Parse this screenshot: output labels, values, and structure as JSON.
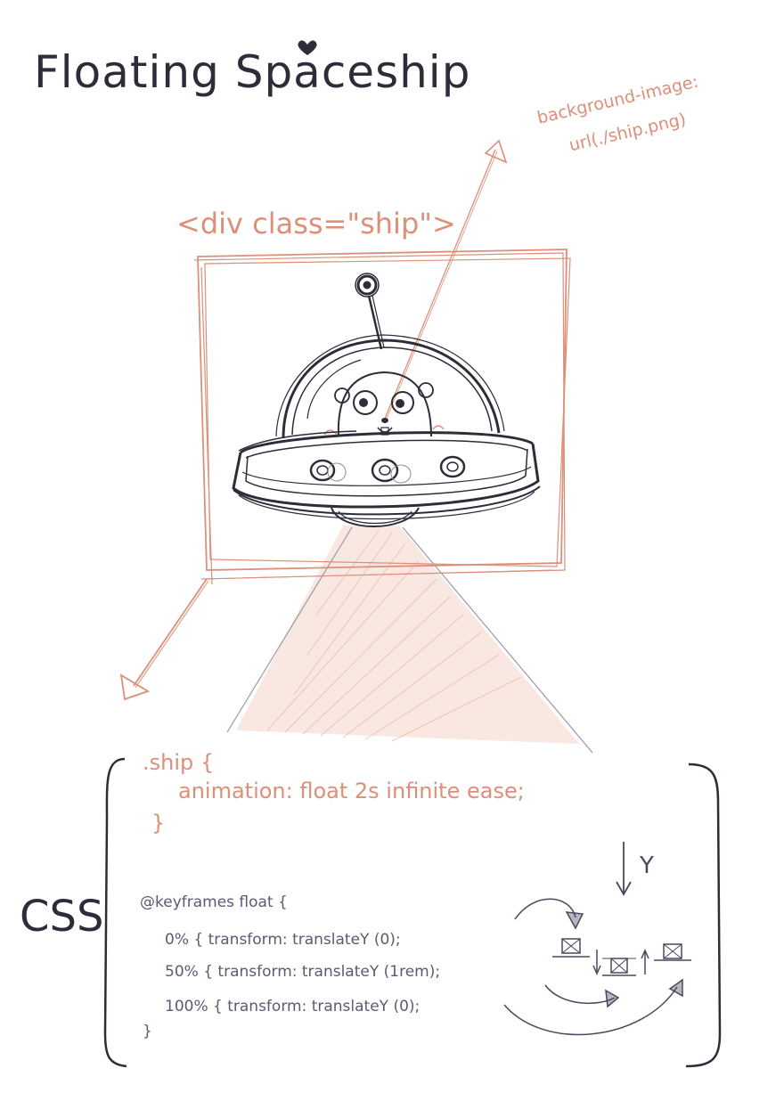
{
  "title": "Floating Spaceship",
  "element_label": "<div class=\"ship\">",
  "background_note": {
    "line1": "background-image:",
    "line2": "url(./ship.png)"
  },
  "css_label": "CSS",
  "ship_rule": {
    "selector": ".ship {",
    "declaration": "animation: float 2s infinite ease;",
    "close": "}"
  },
  "keyframes": {
    "open": "@keyframes float {",
    "frame_0": "0% { transform: translateY (0);",
    "frame_50": "50% { transform: translateY (1rem);",
    "frame_100": "100% { transform: translateY (0);",
    "close": "}"
  },
  "axis_label": "Y",
  "colors": {
    "ink": "#2e2c38",
    "salmon": "#dc8f79",
    "code_gray": "#5c5a72",
    "beam": "#f0c4b6"
  }
}
